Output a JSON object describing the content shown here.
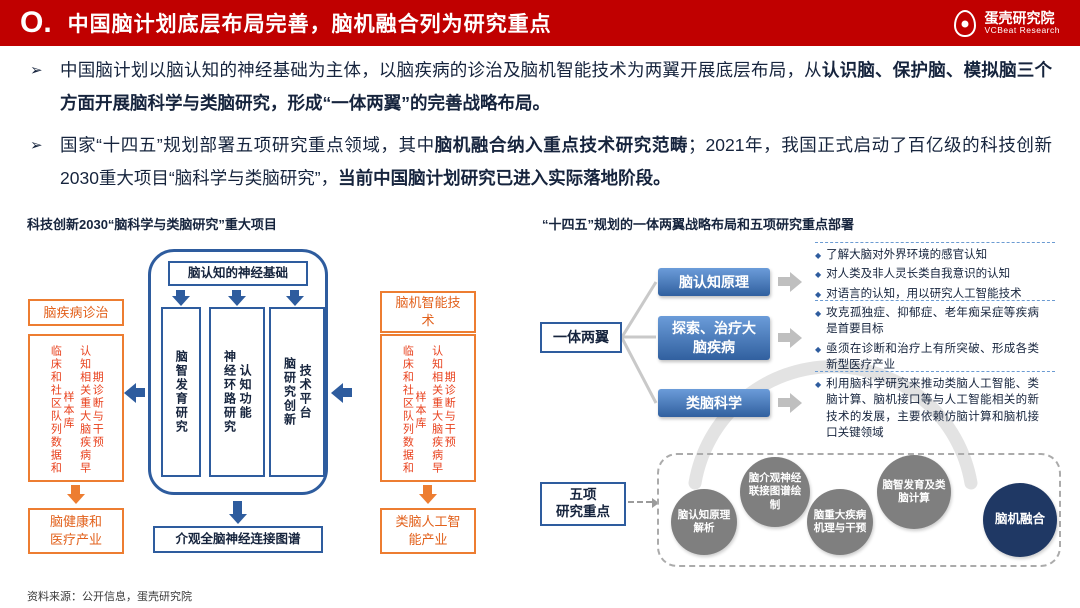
{
  "palette": {
    "header_red": "#C00000",
    "blue": "#2E5C9E",
    "wing_blue": "#31609F",
    "orange": "#ED7D31",
    "red_text": "#E8401C",
    "text_navy": "#16243D",
    "gray_circle": "#7F7F7F",
    "navy_circle": "#1F3864"
  },
  "header": {
    "logo_text": "O.",
    "title": "中国脑计划底层布局完善，脑机融合列为研究重点",
    "brand_name": "蛋壳研究院",
    "brand_sub": "VCBeat Research"
  },
  "bullets": [
    {
      "marker": "➢",
      "segments": [
        {
          "text": "中国脑计划以脑认知的神经基础为主体，以脑疾病的诊治及脑机智能技术为两翼开展底层布局，从",
          "bold": false
        },
        {
          "text": "认识脑、保护脑、模拟脑三个方面开展脑科学与类脑研究，形成“一体两翼”的完善战略布局。",
          "bold": true
        }
      ]
    },
    {
      "marker": "➢",
      "segments": [
        {
          "text": "国家“十四五”规划部署五项研究重点领域，其中",
          "bold": false
        },
        {
          "text": "脑机融合纳入重点技术研究范畴",
          "bold": true
        },
        {
          "text": "；2021年，我国正式启动了百亿级的科技创新2030重大项目“脑科学与类脑研究”，",
          "bold": false
        },
        {
          "text": "当前中国脑计划研究已进入实际落地阶段。",
          "bold": true
        }
      ]
    }
  ],
  "left_diagram": {
    "title": "科技创新2030“脑科学与类脑研究”重大项目",
    "left_branch": {
      "top": "脑疾病诊治",
      "cols": [
        "临床和社区队列数据和样本库",
        "认知相关重大脑疾病早期诊断与干预"
      ],
      "bottom": "脑健康和医疗产业"
    },
    "center": {
      "top": "脑认知的神经基础",
      "pillars": [
        [
          "脑智发育研究"
        ],
        [
          "神经环路研究",
          "认知功能"
        ],
        [
          "脑研究创新",
          "技术平台"
        ]
      ],
      "bottom": "介观全脑神经连接图谱"
    },
    "right_branch": {
      "top": "脑机智能技术",
      "cols": [
        "临床和社区队列数据和样本库",
        "认知相关重大脑疾病早期诊断与干预"
      ],
      "bottom": "类脑人工智能产业"
    }
  },
  "right_diagram": {
    "title": "“十四五”规划的一体两翼战略布局和五项研究重点部署",
    "body_label": "一体两翼",
    "point_marker": "◆",
    "wings": [
      {
        "label": "脑认知原理",
        "points": [
          "了解大脑对外界环境的感官认知",
          "对人类及非人灵长类自我意识的认知",
          "对语言的认知，用以研究人工智能技术"
        ]
      },
      {
        "label": "探索、治疗大脑疾病",
        "points": [
          "攻克孤独症、抑郁症、老年痴呆症等疾病是首要目标",
          "亟须在诊断和治疗上有所突破、形成各类新型医疗产业"
        ]
      },
      {
        "label": "类脑科学",
        "points": [
          "利用脑科学研究来推动类脑人工智能、类脑计算、脑机接口等与人工智能相关的新技术的发展，主要依赖仿脑计算和脑机接口关键领域"
        ]
      }
    ],
    "five_label": {
      "line1": "五项",
      "line2": "研究重点"
    },
    "priorities": [
      {
        "label": "脑认知原理解析",
        "highlight": false
      },
      {
        "label": "脑介观神经联接图谱绘制",
        "highlight": false
      },
      {
        "label": "脑重大疾病机理与干预",
        "highlight": false
      },
      {
        "label": "脑智发育及类脑计算",
        "highlight": false
      },
      {
        "label": "脑机融合",
        "highlight": true
      }
    ]
  },
  "footer": {
    "source": "资料来源：公开信息，蛋壳研究院"
  }
}
